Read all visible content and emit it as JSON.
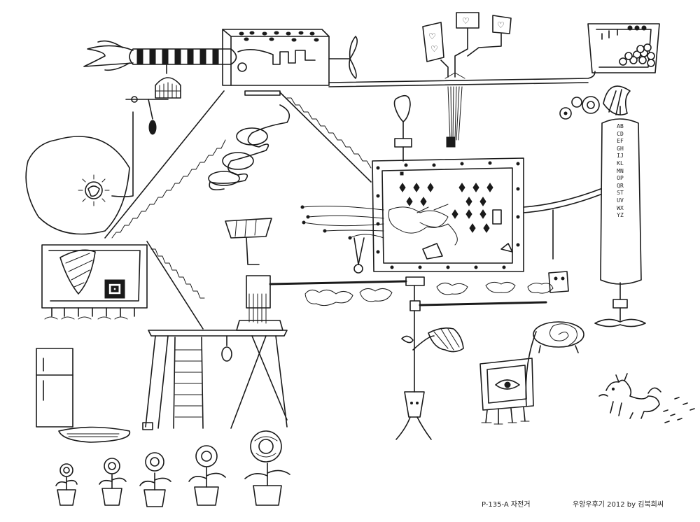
{
  "artwork": {
    "caption_left": "P-135-A 자전거",
    "caption_right": "우앙우후기 2012 by 김북희씨",
    "alphabet": "ABCDEFGHIJKLMNOPQRSTUVWXYZ",
    "ink_color": "#1a1a1a",
    "paper_color": "#ffffff"
  }
}
